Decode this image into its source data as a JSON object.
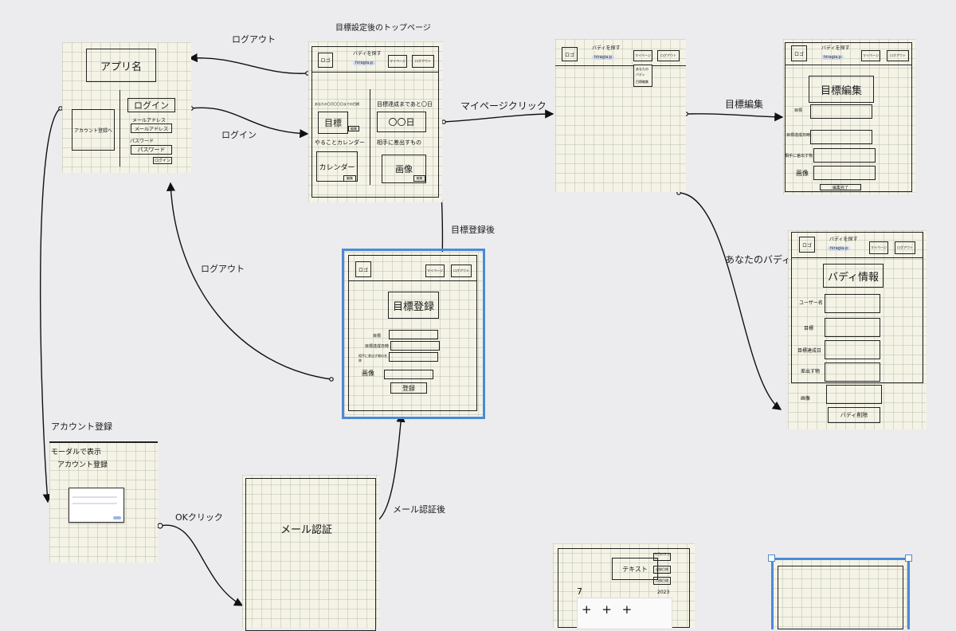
{
  "edge_labels": {
    "logout_top": "ログアウト",
    "login": "ログイン",
    "mypage_click": "マイページクリック",
    "goal_edit": "目標編集",
    "after_goal_reg": "目標登録後",
    "logout_mid": "ログアウト",
    "your_buddy": "あなたのバディ",
    "account_reg": "アカウント登録",
    "ok_click": "OKクリック",
    "after_mail": "メール認証後"
  },
  "frame_titles": {
    "top_page": "目標設定後のトップページ"
  },
  "login_frame": {
    "app_name": "アプリ名",
    "account_btn": "アカウント登録へ",
    "login_title": "ログイン",
    "mail_label": "メールアドレス",
    "mail_field": "メールアドレス",
    "pw_label": "パスワード",
    "pw_field": "パスワード",
    "login_btn": "ログイン"
  },
  "header": {
    "logo": "ロゴ",
    "find_buddy": "バディを探す",
    "mypage": "マイページ",
    "logout": "ログアウト",
    "search_value": "hiragia.p"
  },
  "top_frame": {
    "remain_label": "あなたの〇月〇〇日までの目標",
    "until_label": "目標達成まであと〇日",
    "goal": "目標",
    "days": "〇〇日",
    "todo_cal": "やることカレンダー",
    "offer": "相手に差出すもの",
    "calendar": "カレンダー",
    "image": "画像",
    "edit": "編集"
  },
  "mypage_frame": {
    "menu": [
      "あなたの",
      "バディ",
      "目標編集"
    ]
  },
  "edit_frame": {
    "title": "目標編集",
    "goal": "目標",
    "date": "目標達成日時",
    "offer": "相手に差出す物",
    "image": "画像",
    "done": "編集完了"
  },
  "goal_reg_frame": {
    "title": "目標登録",
    "goal": "目標",
    "date": "目標達成日時",
    "offer": "相手に差出す物の名称",
    "image": "画像",
    "submit": "登録"
  },
  "buddy_frame": {
    "title": "バディ情報",
    "user": "ユーザー名",
    "goal": "目標",
    "date": "目標達成日",
    "offer": "差出す物",
    "image": "画像",
    "delete": "バディ削除"
  },
  "modal_frame": {
    "note": "モーダルで表示",
    "title": "アカウント登録"
  },
  "mail_frame": {
    "title": "メール認証"
  },
  "calendar_frame": {
    "text_box": "テキスト",
    "btns": [
      "今日のタスク",
      "週間目標",
      "月間目標"
    ],
    "month": "7",
    "year": "2023",
    "plus": "+ + +"
  },
  "colors": {
    "canvas": "#ececee",
    "frame": "#f4f3e6",
    "selection": "#4a8ad8"
  }
}
